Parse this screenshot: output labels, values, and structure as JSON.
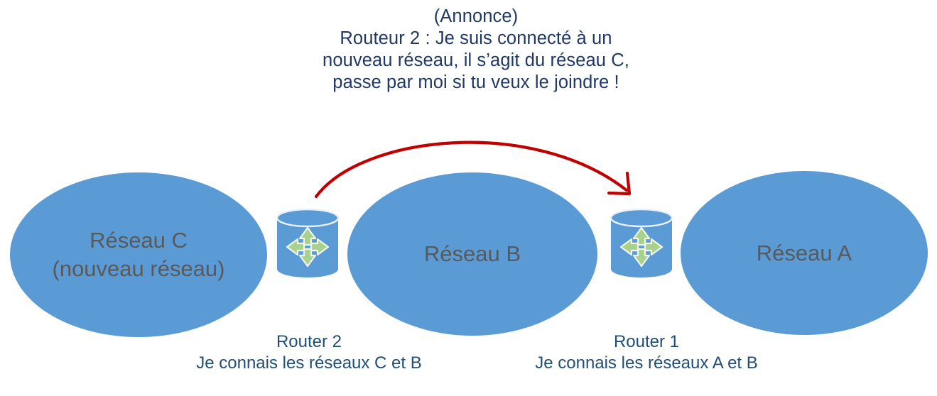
{
  "diagram": {
    "title_annotation": {
      "header": "(Annonce)",
      "lines": [
        "Routeur 2 : Je suis connecté à un",
        "nouveau réseau, il s’agit du réseau C,",
        "passe par moi si tu veux le joindre !"
      ]
    },
    "networks": [
      {
        "id": "net-c",
        "label": "Réseau C\n(nouveau réseau)"
      },
      {
        "id": "net-b",
        "label": "Réseau B"
      },
      {
        "id": "net-a",
        "label": "Réseau A"
      }
    ],
    "routers": [
      {
        "id": "router-2",
        "icon": "router-icon",
        "name": "Router 2",
        "knows": "Je connais les réseaux C et B"
      },
      {
        "id": "router-1",
        "icon": "router-icon",
        "name": "Router 1",
        "knows": "Je connais les réseaux A et B"
      }
    ],
    "arrow": {
      "name": "announcement-arrow",
      "direction": "left-to-right",
      "from": "Router 2",
      "to": "Router 1"
    },
    "colors": {
      "network_fill": "#5B9BD5",
      "network_label": "#595959",
      "annotation_text": "#1F3864",
      "caption_text": "#1F4E79",
      "arrow_red": "#C00000",
      "router_arrow_green": "#A9D18E",
      "background": "#FFFFFF"
    }
  }
}
